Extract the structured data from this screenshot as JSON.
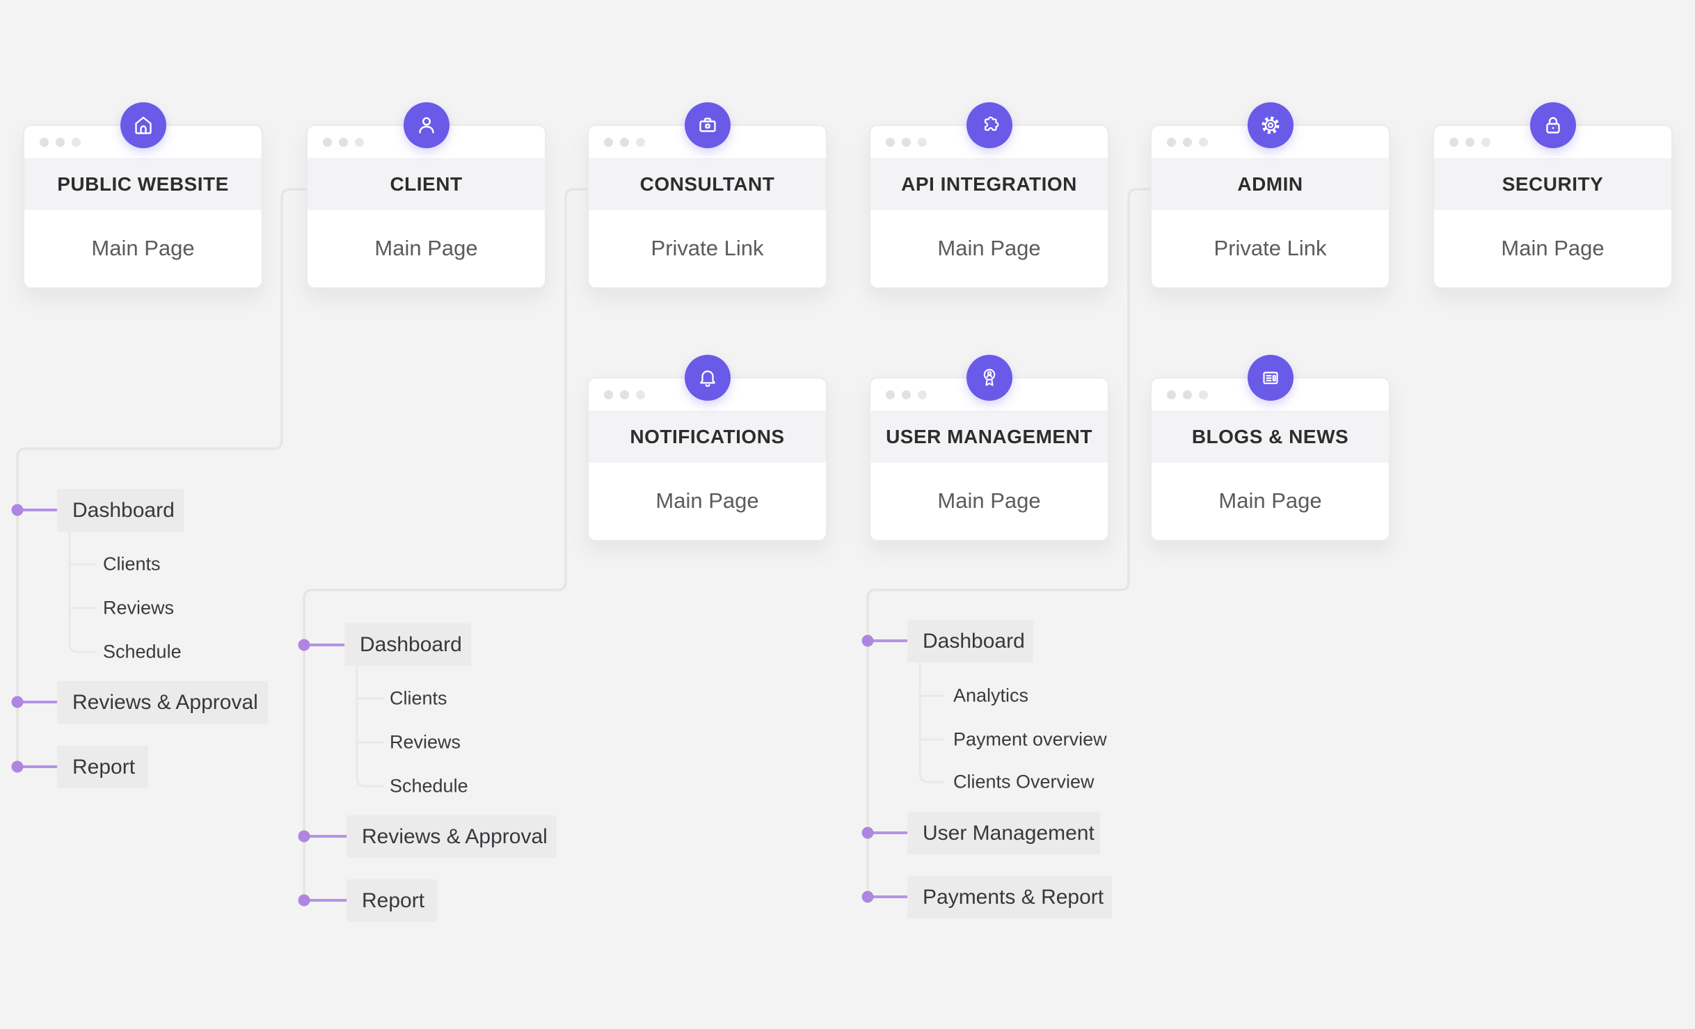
{
  "diagram": {
    "kind": "sitemap",
    "background": "#f4f3f3",
    "accent_color": "#6a5ae8",
    "connector_purple": "#b493e6",
    "connector_gray": "#e7e5e2",
    "node_box_color": "#ebebec"
  },
  "cards": [
    {
      "title": "PUBLIC WEBSITE",
      "subtitle": "Main Page",
      "icon": "home-icon"
    },
    {
      "title": "CLIENT",
      "subtitle": "Main Page",
      "icon": "user-icon"
    },
    {
      "title": "CONSULTANT",
      "subtitle": "Private Link",
      "icon": "briefcase-icon"
    },
    {
      "title": "API INTEGRATION",
      "subtitle": "Main Page",
      "icon": "puzzle-icon"
    },
    {
      "title": "ADMIN",
      "subtitle": "Private Link",
      "icon": "gear-icon"
    },
    {
      "title": "SECURITY",
      "subtitle": "Main Page",
      "icon": "lock-icon"
    },
    {
      "title": "NOTIFICATIONS",
      "subtitle": "Main Page",
      "icon": "bell-icon"
    },
    {
      "title": "USER MANAGEMENT",
      "subtitle": "Main Page",
      "icon": "award-icon"
    },
    {
      "title": "BLOGS & NEWS",
      "subtitle": "Main Page",
      "icon": "newspaper-icon"
    }
  ],
  "trees": [
    {
      "owner": "CLIENT",
      "items": [
        {
          "label": "Dashboard"
        },
        {
          "label": "Clients"
        },
        {
          "label": "Reviews"
        },
        {
          "label": "Schedule"
        },
        {
          "label": "Reviews & Approval"
        },
        {
          "label": "Report"
        }
      ]
    },
    {
      "owner": "CONSULTANT",
      "items": [
        {
          "label": "Dashboard"
        },
        {
          "label": "Clients"
        },
        {
          "label": "Reviews"
        },
        {
          "label": "Schedule"
        },
        {
          "label": "Reviews & Approval"
        },
        {
          "label": "Report"
        }
      ]
    },
    {
      "owner": "ADMIN",
      "items": [
        {
          "label": "Dashboard"
        },
        {
          "label": "Analytics"
        },
        {
          "label": "Payment overview"
        },
        {
          "label": "Clients Overview"
        },
        {
          "label": "User Management"
        },
        {
          "label": "Payments & Report"
        }
      ]
    }
  ]
}
